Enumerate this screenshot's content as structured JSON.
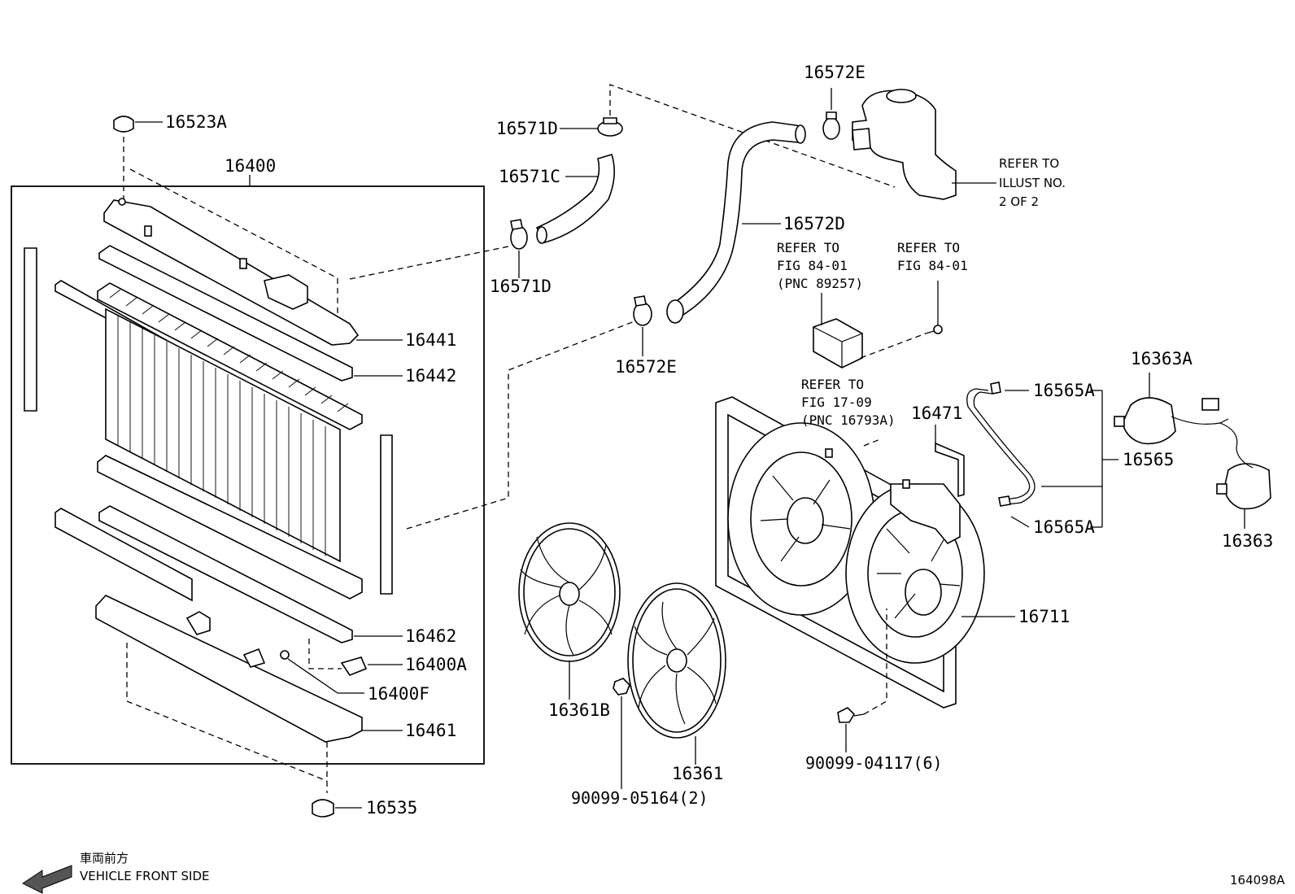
{
  "part_labels": {
    "p16523A": "16523A",
    "p16400": "16400",
    "p16441": "16441",
    "p16442": "16442",
    "p16462": "16462",
    "p16400A": "16400A",
    "p16400F": "16400F",
    "p16461": "16461",
    "p16535": "16535",
    "p16571D_top": "16571D",
    "p16571C": "16571C",
    "p16571D_bot": "16571D",
    "p16572E_top": "16572E",
    "p16572D": "16572D",
    "p16572E_bot": "16572E",
    "p16471": "16471",
    "p16565A_top": "16565A",
    "p16565": "16565",
    "p16565A_bot": "16565A",
    "p16363A": "16363A",
    "p16363": "16363",
    "p16711": "16711",
    "p16361B": "16361B",
    "p16361": "16361",
    "p90099_05164": "90099-05164(2)",
    "p90099_04117": "90099-04117(6)"
  },
  "notes": {
    "refer_illust": [
      "REFER TO",
      "ILLUST NO.",
      "2 OF 2"
    ],
    "refer_89257": [
      "REFER TO",
      "FIG 84-01",
      "(PNC 89257)"
    ],
    "refer_84": [
      "REFER TO",
      "FIG 84-01"
    ],
    "refer_16793": [
      "REFER TO",
      "FIG 17-09",
      "(PNC 16793A)"
    ]
  },
  "footer": {
    "direction_jp": "車両前方",
    "direction_en": "VEHICLE FRONT SIDE",
    "figure_code": "164098A"
  },
  "icons": [
    "arrow-left-icon"
  ]
}
